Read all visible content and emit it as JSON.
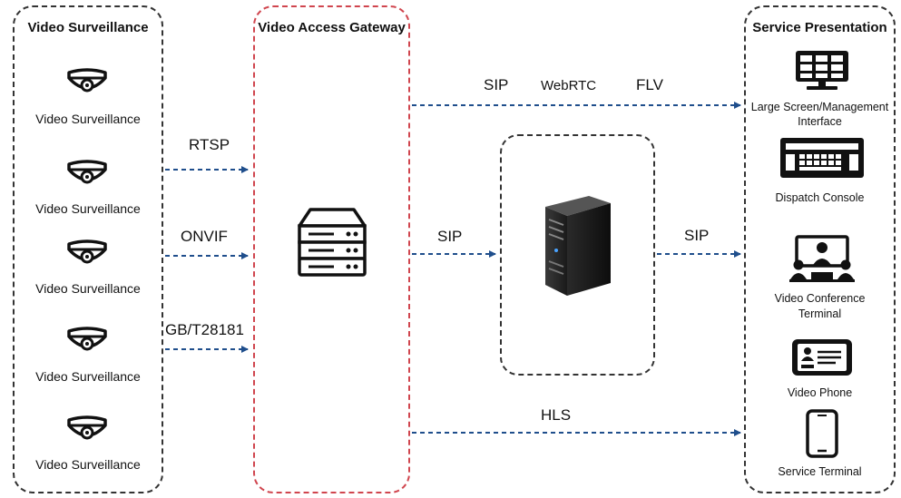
{
  "panels": {
    "surveillance": {
      "title": "Video Surveillance"
    },
    "gateway": {
      "title": "Video Access Gateway"
    },
    "presentation": {
      "title": "Service Presentation"
    }
  },
  "cameras": [
    {
      "label": "Video Surveillance"
    },
    {
      "label": "Video Surveillance"
    },
    {
      "label": "Video Surveillance"
    },
    {
      "label": "Video Surveillance"
    },
    {
      "label": "Video Surveillance"
    }
  ],
  "protocols": {
    "rtsp": "RTSP",
    "onvif": "ONVIF",
    "gb": "GB/T28181",
    "sip_top": "SIP",
    "webrtc": "WebRTC",
    "flv": "FLV",
    "sip_mid_left": "SIP",
    "sip_mid_right": "SIP",
    "hls": "HLS"
  },
  "terminals": {
    "large_screen": {
      "line1": "Large Screen/Management",
      "line2": "Interface"
    },
    "dispatch": {
      "line1": "Dispatch Console"
    },
    "conference": {
      "line1": "Video Conference",
      "line2": "Terminal"
    },
    "phone": {
      "line1": "Video Phone"
    },
    "service": {
      "line1": "Service Terminal"
    }
  },
  "colors": {
    "arrow": "#1f4e8c",
    "gateway_border": "#d0454e",
    "panel_border": "#333333"
  }
}
